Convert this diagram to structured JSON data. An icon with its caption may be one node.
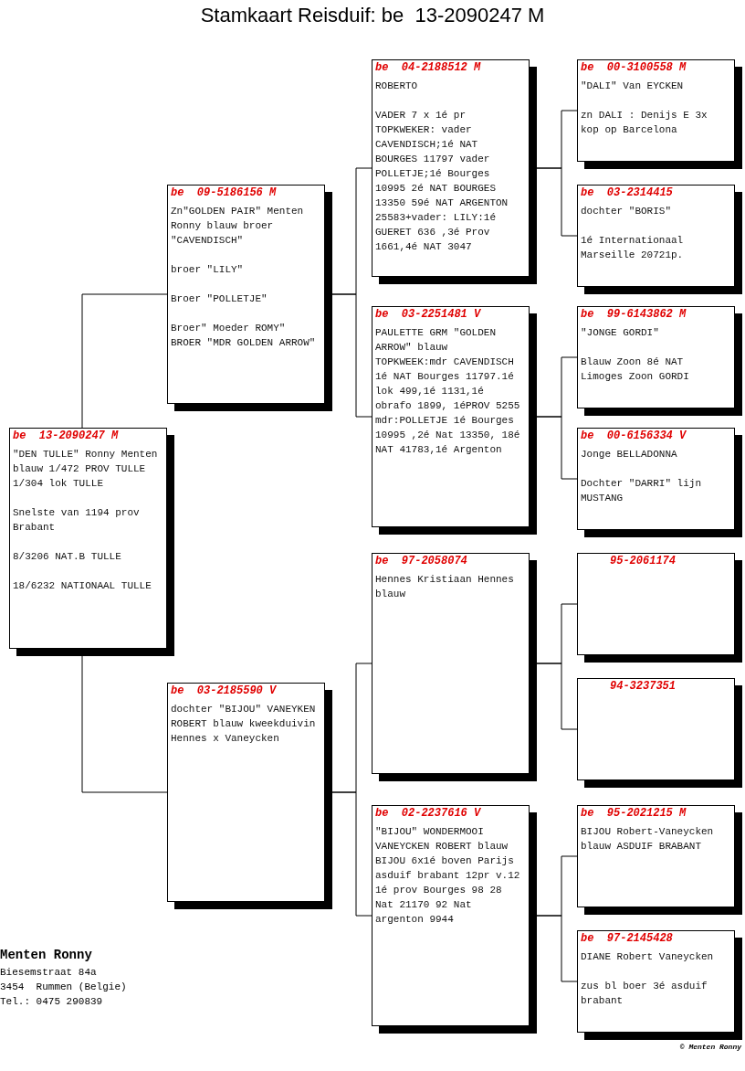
{
  "diagram": {
    "title": "Stamkaart Reisduif: be  13-2090247 M",
    "nodes": [
      {
        "text": [
          "be  13-2090247 M",
          "\"DEN TULLE\" Ronny Menten blauw 1/472 PROV TULLE 1/304 lok TULLE",
          "Snelste van 1194 prov Brabant",
          "8/3206 NAT.B TULLE",
          "18/6232 NATIONAAL TULLE"
        ]
      },
      {
        "text": [
          "be  09-5186156 M",
          "Zn\"GOLDEN PAIR\" Menten Ronny blauw broer \"CAVENDISCH\"",
          "broer \"LILY\"",
          "Broer \"POLLETJE\"",
          "Broer\" Moeder ROMY\" BROER \"MDR GOLDEN ARROW\""
        ]
      },
      {
        "text": [
          "be  03-2185590 V",
          "dochter \"BIJOU\" VANEYKEN ROBERT blauw kweekduivin Hennes x Vaneycken"
        ]
      },
      {
        "text": [
          "be  04-2188512 M",
          "ROBERTO",
          "VADER 7 x 1é pr TOPKWEKER: vader CAVENDISCH;1é NAT BOURGES 11797 vader POLLETJE;1é Bourges 10995 2é NAT BOURGES 13350 59é NAT ARGENTON 25583+vader: LILY:1é GUERET 636 ,3é Prov 1661,4é NAT 3047"
        ]
      },
      {
        "text": [
          "be  03-2251481 V",
          "PAULETTE GRM \"GOLDEN ARROW\" blauw TOPKWEEK:mdr CAVENDISCH 1é NAT Bourges 11797.1é lok 499,1é 1131,1é obrafo 1899, 1éPROV 5255 mdr:POLLETJE 1é Bourges 10995 ,2é Nat 13350, 18é NAT 41783,1é Argenton"
        ]
      },
      {
        "text": [
          "be  97-2058074",
          "Hennes Kristiaan Hennes blauw"
        ]
      },
      {
        "text": [
          "be  02-2237616 V",
          "\"BIJOU\" WONDERMOOI VANEYCKEN ROBERT blauw BIJOU 6x1é boven Parijs asduif brabant 12pr v.12 1é prov Bourges 98 28 Nat 21170 92 Nat argenton 9944"
        ]
      },
      {
        "text": [
          "be  00-3100558 M",
          "\"DALI\" Van EYCKEN",
          "zn DALI : Denijs E 3x kop op Barcelona"
        ]
      },
      {
        "text": [
          "be  03-2314415",
          "dochter \"BORIS\"",
          "1é Internationaal Marseille 20721p."
        ]
      },
      {
        "text": [
          "be  99-6143862 M",
          "\"JONGE GORDI\"",
          "Blauw Zoon 8é NAT Limoges Zoon GORDI"
        ]
      },
      {
        "text": [
          "be  00-6156334 V",
          "Jonge BELLADONNA",
          "Dochter \"DARRI\" lijn MUSTANG"
        ]
      },
      {
        "text": [
          "95-2061174"
        ]
      },
      {
        "text": [
          "94-3237351"
        ]
      },
      {
        "text": [
          "be  95-2021215 M",
          "BIJOU Robert-Vaneycken blauw ASDUIF BRABANT"
        ]
      },
      {
        "text": [
          "be  97-2145428",
          "DIANE Robert Vaneycken",
          "zus bl boer 3é asduif brabant"
        ]
      }
    ],
    "edges": [
      {
        "from": 0,
        "to": 1,
        "arrow": "none"
      },
      {
        "from": 0,
        "to": 2,
        "arrow": "none"
      },
      {
        "from": 1,
        "to": 3,
        "arrow": "none"
      },
      {
        "from": 1,
        "to": 4,
        "arrow": "none"
      },
      {
        "from": 2,
        "to": 5,
        "arrow": "none"
      },
      {
        "from": 2,
        "to": 6,
        "arrow": "none"
      },
      {
        "from": 3,
        "to": 7,
        "arrow": "none"
      },
      {
        "from": 3,
        "to": 8,
        "arrow": "none"
      },
      {
        "from": 4,
        "to": 9,
        "arrow": "none"
      },
      {
        "from": 4,
        "to": 10,
        "arrow": "none"
      },
      {
        "from": 5,
        "to": 11,
        "arrow": "none"
      },
      {
        "from": 5,
        "to": 12,
        "arrow": "none"
      },
      {
        "from": 6,
        "to": 13,
        "arrow": "none"
      },
      {
        "from": 6,
        "to": 14,
        "arrow": "none"
      }
    ],
    "labels": [
      "Menten Ronny",
      "Biesemstraat 84a",
      "3454  Rummen (Belgie)",
      "Tel.: 0475 290839",
      "© Menten Ronny"
    ]
  }
}
